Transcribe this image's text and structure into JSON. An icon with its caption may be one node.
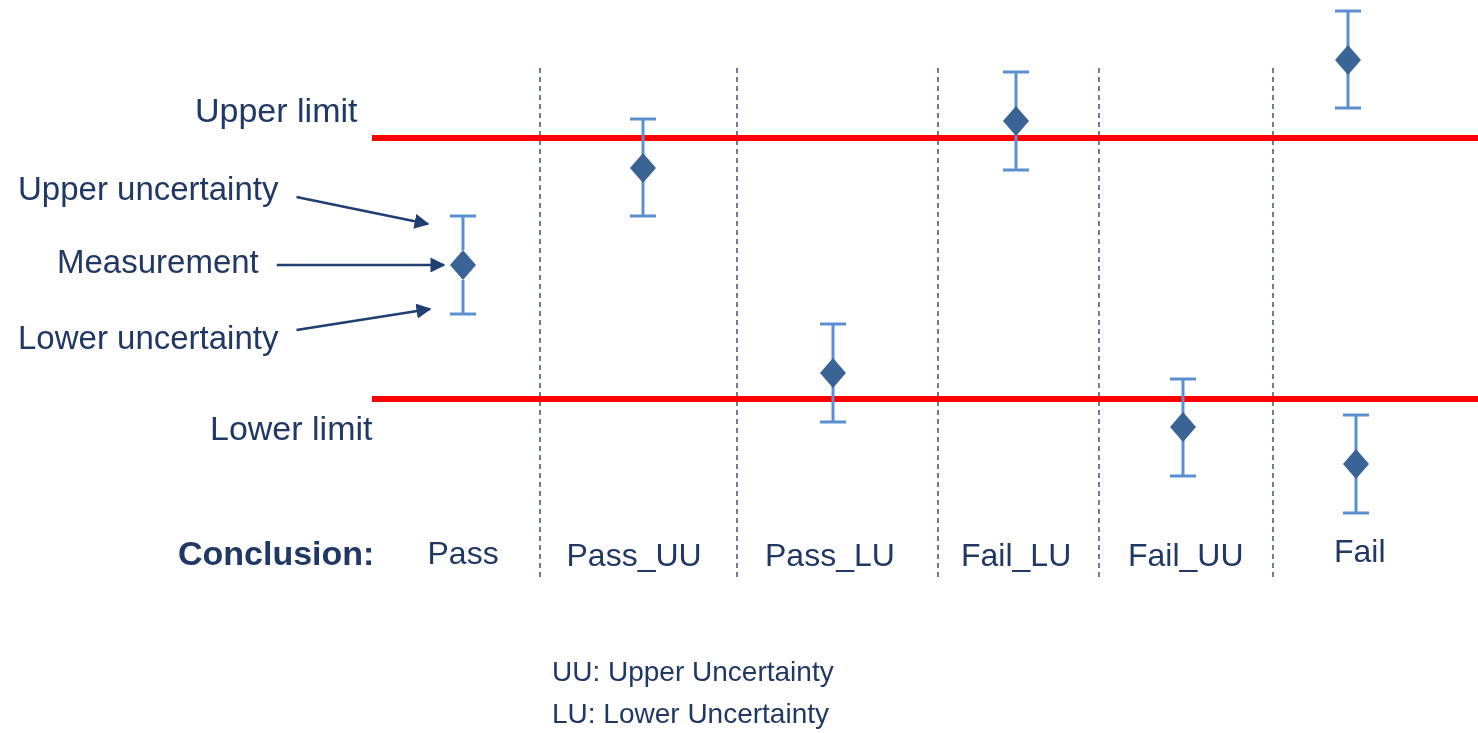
{
  "diagram": {
    "nodes": [
      {
        "text": [
          "Upper uncertainty"
        ]
      },
      {
        "text": [],
        "shape": "bar"
      },
      {
        "text": [
          "Measurement"
        ]
      },
      {
        "text": [],
        "shape": "diamond"
      },
      {
        "text": [
          "Lower uncertainty"
        ]
      },
      {
        "text": [],
        "shape": "bar"
      },
      {
        "text": [],
        "shape": "diamond"
      },
      {
        "text": [],
        "shape": "diamond"
      },
      {
        "text": [],
        "shape": "diamond"
      },
      {
        "text": [],
        "shape": "diamond"
      },
      {
        "text": [],
        "shape": "diamond"
      },
      {
        "text": [],
        "shape": "diamond"
      }
    ],
    "edges": [
      {
        "from": 0,
        "to": 1,
        "arrow": "to"
      },
      {
        "from": 2,
        "to": 3,
        "arrow": "to"
      },
      {
        "from": 4,
        "to": 5,
        "arrow": "to"
      },
      {
        "from": 1,
        "to": 3,
        "arrow": "none",
        "color": "#5b8fd0"
      },
      {
        "from": 3,
        "to": 5,
        "arrow": "none",
        "color": "#5b8fd0"
      }
    ],
    "labels": [
      "Upper limit",
      "Lower limit",
      "Conclusion:",
      "Pass",
      "Pass_UU",
      "Pass_LU",
      "Fail_LU",
      "Fail_UU",
      "Fail",
      "UU: Upper Uncertainty",
      "LU: Lower Uncertainty"
    ]
  }
}
